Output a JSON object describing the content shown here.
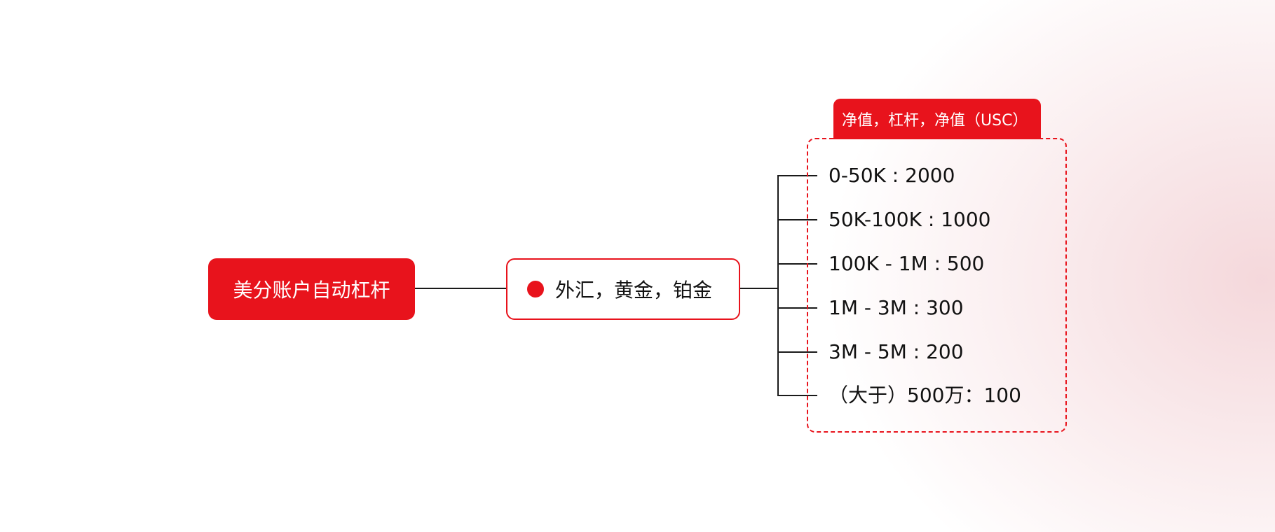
{
  "root": {
    "label": "美分账户自动杠杆"
  },
  "category": {
    "label": "外汇，黄金，铂金"
  },
  "group": {
    "header": "净值，杠杆，净值（USC）",
    "items": [
      "0-50K : 2000",
      "50K-100K : 1000",
      "100K - 1M : 500",
      "1M - 3M : 300",
      "3M - 5M : 200",
      "（大于）500万：100"
    ]
  },
  "colors": {
    "accent": "#e8131c",
    "line": "#1a1a1a",
    "text": "#111111",
    "background_tint": "#f6e0e2"
  }
}
